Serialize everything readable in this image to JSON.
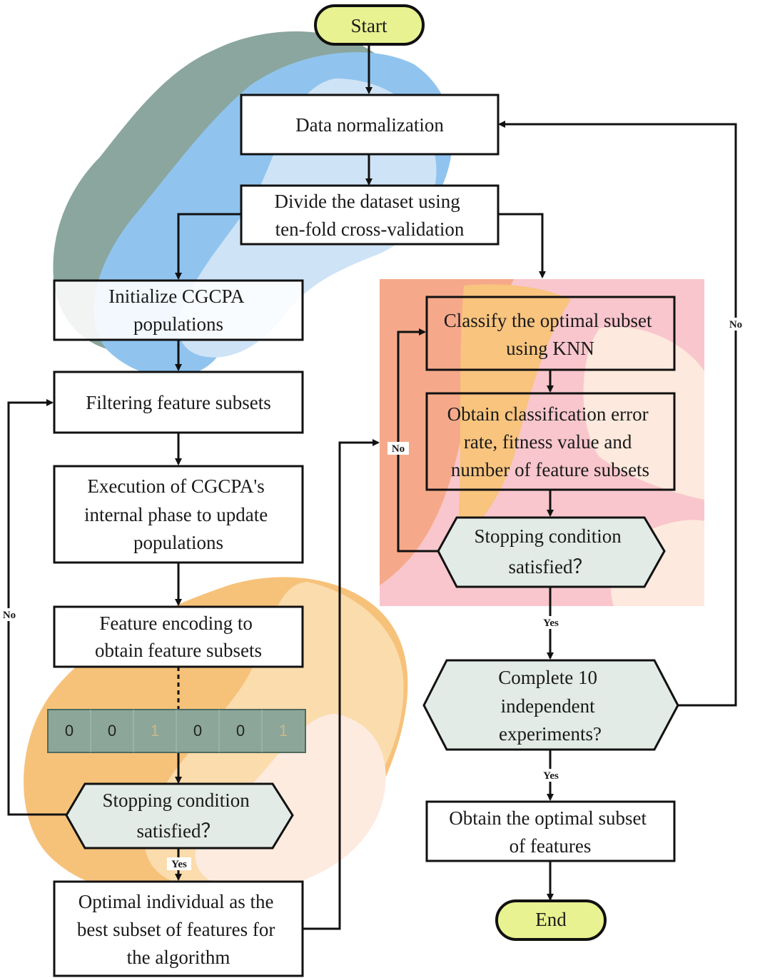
{
  "colors": {
    "terminal": "#e8f290",
    "decision": "#e2ebe6",
    "encoding_strip": "#8ca69a",
    "blob_blue": "#90c4ee",
    "blob_gray": "#8aa69e",
    "blob_orange": "#f6c27a",
    "panel_pink": "#f8c6cc"
  },
  "nodes": {
    "start": "Start",
    "normalize": "Data normalization",
    "divide": [
      "Divide the dataset using",
      "ten-fold cross-validation"
    ],
    "init": [
      "Initialize CGCPA",
      "populations"
    ],
    "filter": "Filtering feature subsets",
    "execute": [
      "Execution of CGCPA's",
      "internal phase to update",
      "populations"
    ],
    "encode": [
      "Feature encoding to",
      "obtain feature subsets"
    ],
    "bits": [
      "0",
      "0",
      "1",
      "0",
      "0",
      "1"
    ],
    "stop_left": [
      "Stopping condition",
      "satisfied？"
    ],
    "optimal_individual": [
      "Optimal individual as the",
      "best subset of features for",
      "the algorithm"
    ],
    "classify": [
      "Classify the optimal subset",
      "using KNN"
    ],
    "obtain_error": [
      "Obtain classification error",
      "rate, fitness value and",
      "number of feature subsets"
    ],
    "stop_right": [
      "Stopping condition",
      "satisfied？"
    ],
    "complete": [
      "Complete 10",
      "independent",
      "experiments?"
    ],
    "obtain_optimal": [
      "Obtain the optimal subset",
      "of features"
    ],
    "end": "End"
  },
  "edge_labels": {
    "left_loop_no": "No",
    "left_yes": "Yes",
    "inner_loop_no": "No",
    "right_yes": "Yes",
    "outer_loop_no": "No",
    "final_yes": "Yes"
  }
}
